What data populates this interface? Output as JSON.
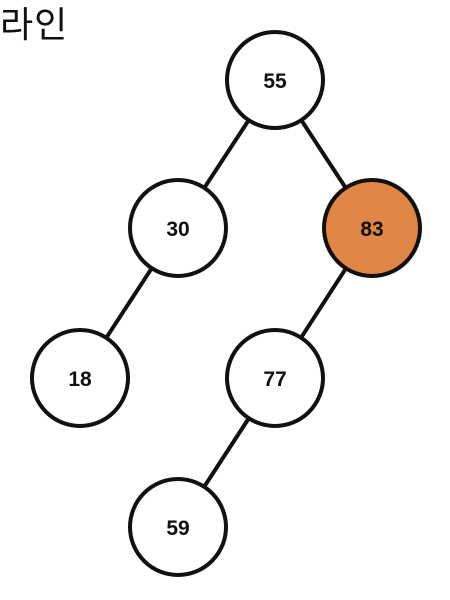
{
  "header": {
    "title_fragment": "라인"
  },
  "tree": {
    "nodes": [
      {
        "id": "n55",
        "label": "55",
        "highlighted": false
      },
      {
        "id": "n30",
        "label": "30",
        "highlighted": false
      },
      {
        "id": "n83",
        "label": "83",
        "highlighted": true
      },
      {
        "id": "n18",
        "label": "18",
        "highlighted": false
      },
      {
        "id": "n77",
        "label": "77",
        "highlighted": false
      },
      {
        "id": "n59",
        "label": "59",
        "highlighted": false
      }
    ],
    "edges": [
      {
        "from": "n55",
        "to": "n30"
      },
      {
        "from": "n55",
        "to": "n83"
      },
      {
        "from": "n30",
        "to": "n18"
      },
      {
        "from": "n83",
        "to": "n77"
      },
      {
        "from": "n77",
        "to": "n59"
      }
    ]
  },
  "colors": {
    "node_fill": "#ffffff",
    "highlight_fill": "#e08646",
    "stroke": "#111111",
    "text": "#111111"
  }
}
